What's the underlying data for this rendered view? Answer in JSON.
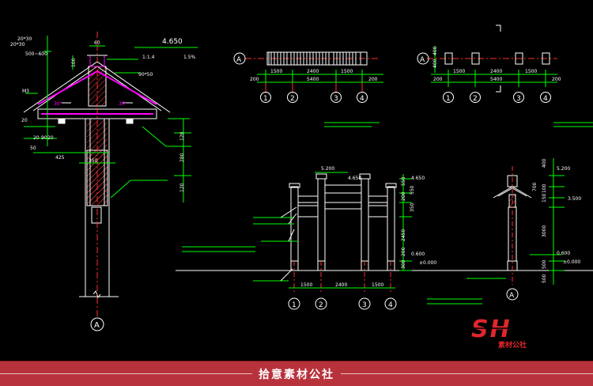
{
  "colors": {
    "background": "#000000",
    "line": "#ffffff",
    "dim": "#00ff00",
    "axis": "#ff3030",
    "accent": "#ff00ff",
    "hatch": "#ff4040",
    "footer": "#b8323c"
  },
  "section": {
    "level_top": "4.650",
    "slope_ratio": "1:1.4",
    "slope_pct": "1.5%",
    "rail_size": "90*50",
    "tile_size_a": "20*30",
    "tile_size_b": "20*30",
    "range_label": "500~600",
    "top_width": "60",
    "cap_height": "100",
    "m3": "M3",
    "angle_left": "30°",
    "angle_right": "30°",
    "dim_20_a": "20",
    "dim_20_b": "20",
    "dim_20_c": "20",
    "dim_50": "50",
    "dim_90": "90",
    "dim_425": "425",
    "dim_350": "350",
    "right_dims": [
      "120",
      "280",
      "120"
    ],
    "axis_label": "A"
  },
  "plan_top": {
    "axis_label": "A",
    "dims_top": [
      "1500",
      "2400",
      "1500"
    ],
    "dims_bottom": [
      "200",
      "5400",
      "200"
    ],
    "bubbles": [
      "1",
      "2",
      "3",
      "4"
    ]
  },
  "plan_right": {
    "axis_label": "A",
    "side_dims": [
      "400",
      "400"
    ],
    "dims_top": [
      "1500",
      "2400",
      "1500"
    ],
    "dims_bottom": [
      "200",
      "5400",
      "200"
    ],
    "bubbles": [
      "1",
      "2",
      "3",
      "4"
    ]
  },
  "front_elevation": {
    "levels": [
      "5.200",
      "4.650",
      "0.600",
      "±0.000"
    ],
    "right_dims": [
      "550",
      "550",
      "200",
      "350",
      "2450",
      "200",
      "300"
    ],
    "bottom_dims": [
      "1500",
      "2400",
      "1500"
    ],
    "bubbles": [
      "1",
      "2",
      "3",
      "4"
    ]
  },
  "side_elevation": {
    "levels": [
      "5.200",
      "3.500",
      "0.600",
      "±0.000"
    ],
    "right_dims": [
      "400",
      "700",
      "150",
      "100",
      "3000",
      "500",
      "500"
    ],
    "axis_label": "A"
  },
  "logo": {
    "letters": "SH",
    "subtitle": "素材公社"
  },
  "footer": {
    "text": "拾意素材公社"
  }
}
